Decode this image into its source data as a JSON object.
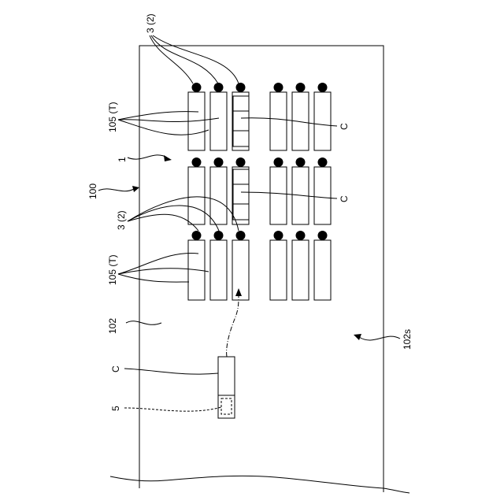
{
  "labels": {
    "ref_3_2_top": "3 (2)",
    "ref_3_2_mid": "3 (2)",
    "ref_105T_top": "105 (T)",
    "ref_105T_bottom": "105 (T)",
    "ref_1": "1",
    "ref_100": "100",
    "ref_102": "102",
    "ref_102s": "102s",
    "ref_C_row1": "C",
    "ref_C_row2": "C",
    "ref_C_cart": "C",
    "ref_5": "5"
  },
  "colors": {
    "line": "#000000",
    "background": "#ffffff"
  },
  "layout_meta": {
    "rows": 3,
    "units_per_row": 6,
    "occupied_slots": [
      "row1-unit3",
      "row2-unit3"
    ]
  }
}
